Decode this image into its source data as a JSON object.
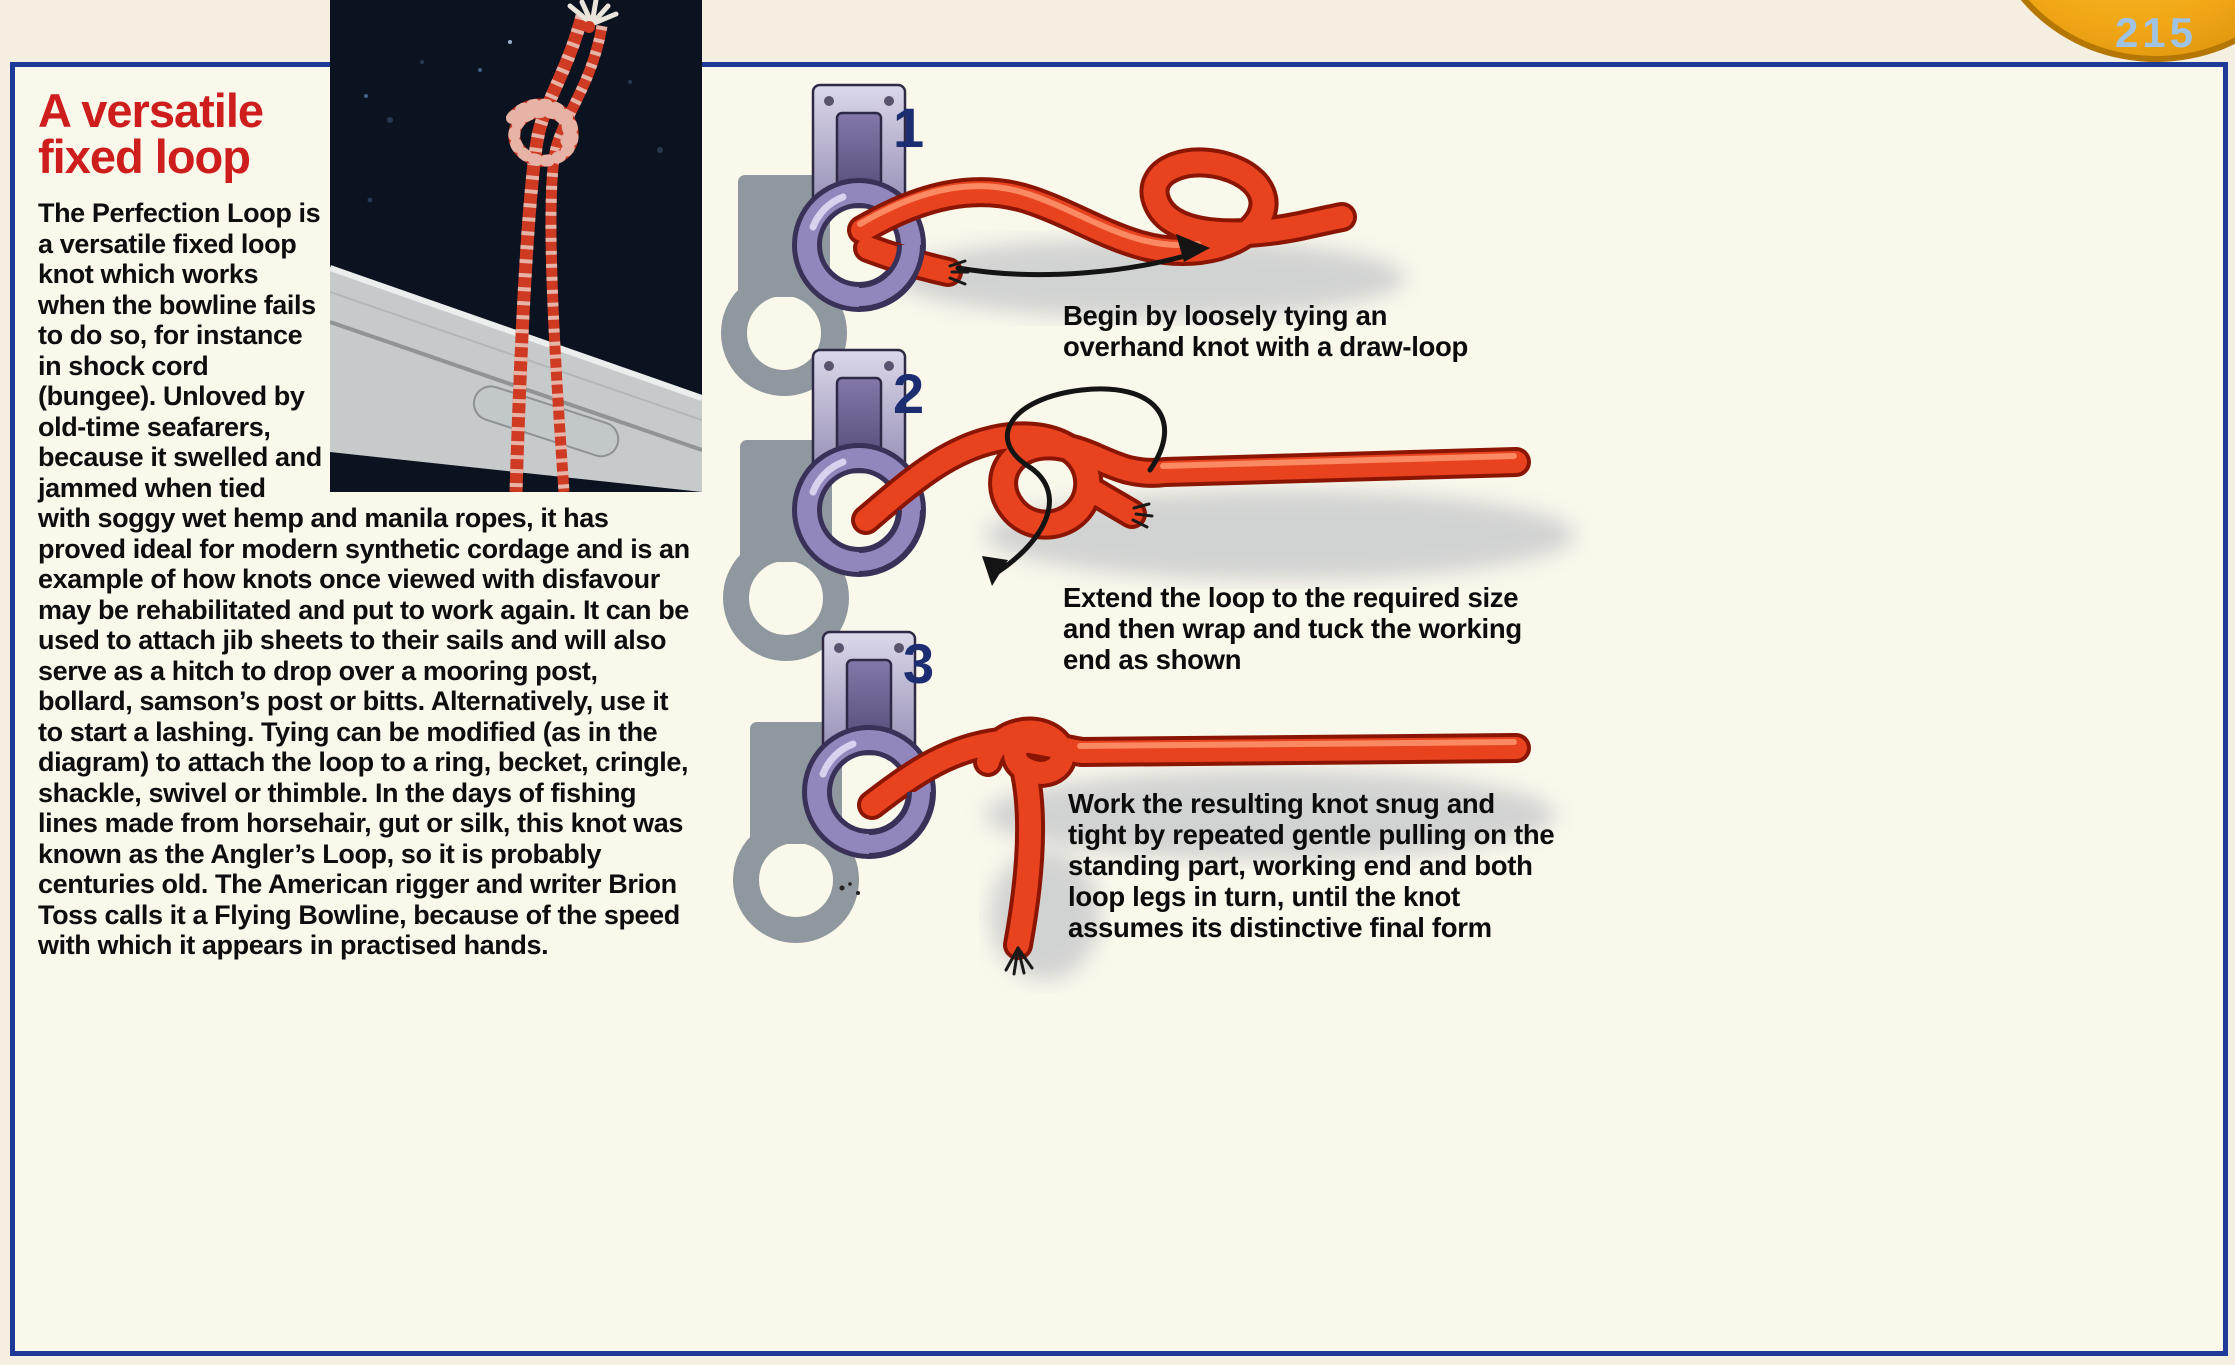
{
  "page": {
    "type": "knot-tying book page",
    "background_color": "#f4efe0",
    "border_color": "#1d3a99"
  },
  "badge": {
    "number": "215"
  },
  "article": {
    "heading_line1": "A versatile",
    "heading_line2": "fixed loop",
    "heading_color": "#ce1d1d",
    "body": "The Perfection Loop is a versatile fixed loop knot which works when the bowline fails to do so, for instance in shock cord (bungee). Unloved by old-time seafarers, because it swelled and jammed when tied with soggy wet hemp and manila ropes, it has proved ideal for modern synthetic cordage and is an example of how knots once viewed with disfavour may be rehabilitated and put to work again. It can be used to attach jib sheets to their sails and will also serve as a hitch to drop over a mooring post, bollard, samson’s post or bitts. Alternatively, use it to start a lashing. Tying can be modified (as in the diagram) to attach the loop to a ring, becket, cringle, shackle, swivel or thimble. In the days of fishing lines made from horsehair, gut or silk, this knot was known as the Angler’s Loop, so it is probably centuries old. The American rigger and writer Brion Toss calls it a Flying Bowline, because of the speed with which it appears in practised hands."
  },
  "photo": {
    "alt": "Perfection loop knot tied in red and white rope over a boat edge"
  },
  "steps": [
    {
      "number": "1",
      "caption": "Begin by loosely tying an overhand knot with a draw-loop"
    },
    {
      "number": "2",
      "caption": "Extend the loop to the required size and then wrap and tuck the working end as shown"
    },
    {
      "number": "3",
      "caption": "Work the resulting knot snug and tight by repeated gentle pulling on the standing part, working end and both loop legs in turn, until the knot assumes its distinctive final form"
    }
  ],
  "colors": {
    "rope_red": "#e8421f",
    "ring_purple": "#9187bd",
    "silhouette_gray": "#8e989e",
    "step_number_navy": "#1c2d72",
    "badge_orange": "#f2a816"
  }
}
